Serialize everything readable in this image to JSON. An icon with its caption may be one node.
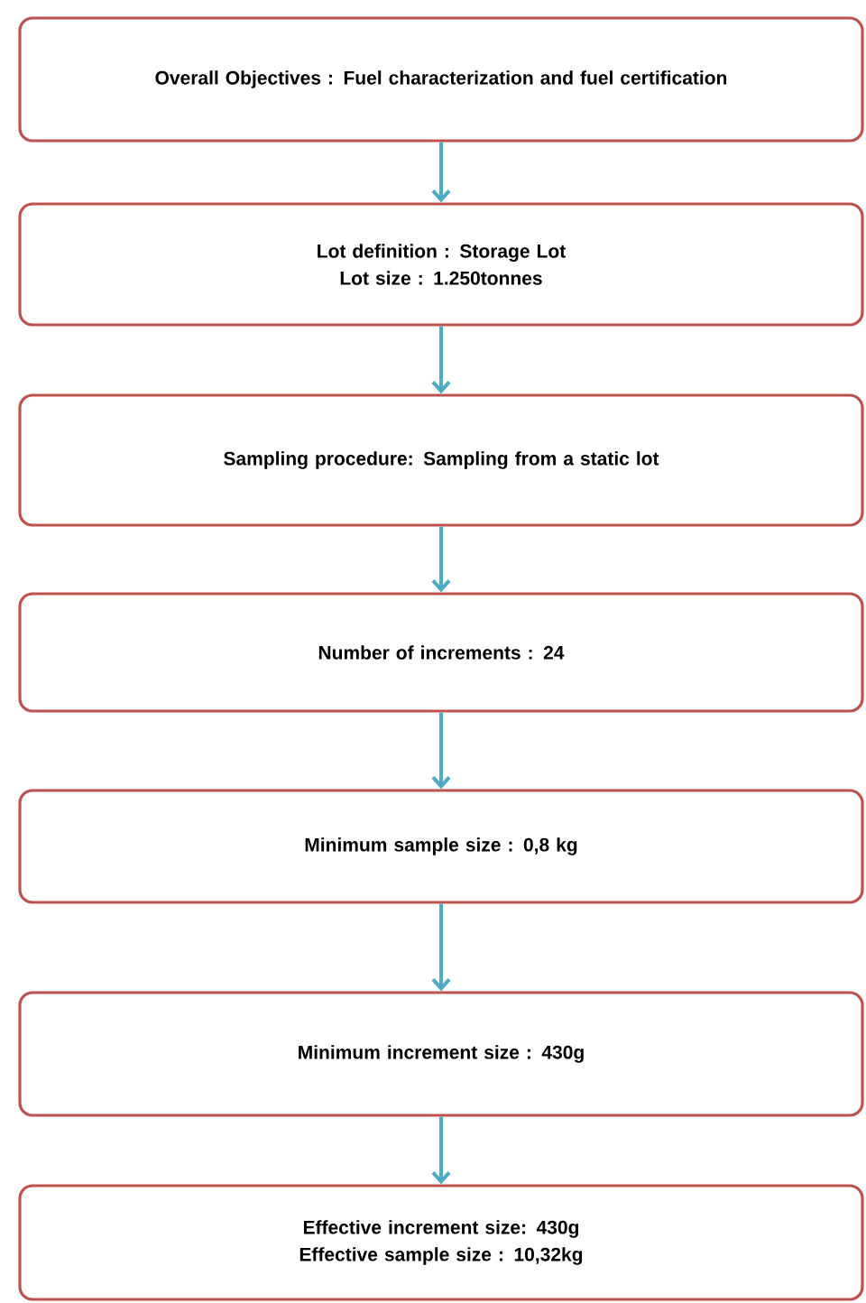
{
  "diagram": {
    "nodes": [
      {
        "text": [
          "Overall Objectives : Fuel characterization and fuel certification"
        ]
      },
      {
        "text": [
          "Lot definition : Storage Lot",
          "Lot size : 1.250tonnes"
        ]
      },
      {
        "text": [
          "Sampling procedure: Sampling from a static lot"
        ]
      },
      {
        "text": [
          "Number of increments : 24"
        ]
      },
      {
        "text": [
          "Minimum sample size : 0,8 kg"
        ]
      },
      {
        "text": [
          "Minimum increment size : 430g"
        ]
      },
      {
        "text": [
          "Effective increment size: 430g",
          "Effective sample size : 10,32kg"
        ]
      }
    ],
    "edges": [
      {
        "from": 0,
        "to": 1,
        "arrow": "to"
      },
      {
        "from": 1,
        "to": 2,
        "arrow": "to"
      },
      {
        "from": 2,
        "to": 3,
        "arrow": "to"
      },
      {
        "from": 3,
        "to": 4,
        "arrow": "to"
      },
      {
        "from": 4,
        "to": 5,
        "arrow": "to"
      },
      {
        "from": 5,
        "to": 6,
        "arrow": "to"
      }
    ]
  }
}
